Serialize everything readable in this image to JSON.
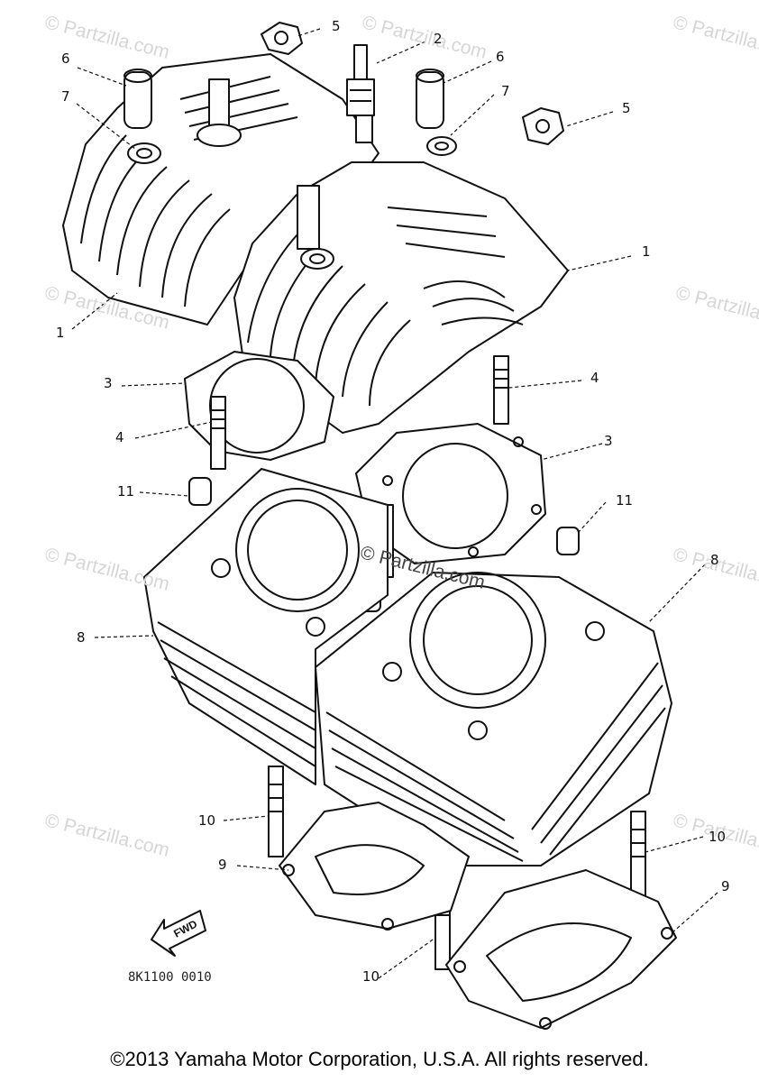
{
  "callouts": [
    "1",
    "2",
    "3",
    "4",
    "5",
    "6",
    "7",
    "8",
    "9",
    "10",
    "11"
  ],
  "watermark_text": "© Partzilla.com",
  "center_watermark": "© Partzilla.com",
  "fwd_label": "FWD",
  "drawing_code": "8K1100 0010",
  "copyright": "©2013  Yamaha Motor Corporation, U.S.A. All rights reserved."
}
